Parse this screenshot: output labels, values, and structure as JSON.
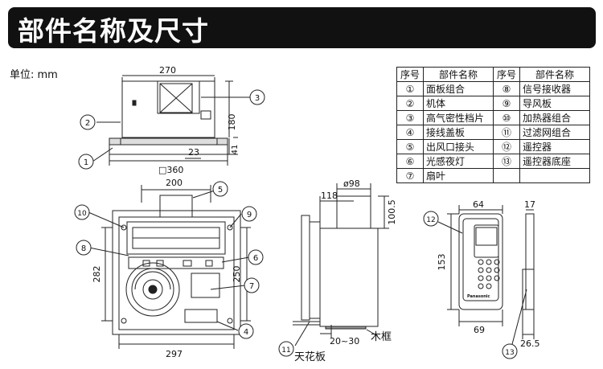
{
  "header": {
    "title": "部件名称及尺寸"
  },
  "unit_label": "单位: mm",
  "parts_table": {
    "headers": [
      "序号",
      "部件名称",
      "序号",
      "部件名称"
    ],
    "rows": [
      [
        {
          "no": "①",
          "name": "面板组合"
        },
        {
          "no": "⑧",
          "name": "信号接收器"
        }
      ],
      [
        {
          "no": "②",
          "name": "机体"
        },
        {
          "no": "⑨",
          "name": "导风板"
        }
      ],
      [
        {
          "no": "③",
          "name": "高气密性档片"
        },
        {
          "no": "⑩",
          "name": "加热器组合"
        }
      ],
      [
        {
          "no": "④",
          "name": "接线盖板"
        },
        {
          "no": "⑪",
          "name": "过滤网组合"
        }
      ],
      [
        {
          "no": "⑤",
          "name": "出风口接头"
        },
        {
          "no": "⑫",
          "name": "遥控器"
        }
      ],
      [
        {
          "no": "⑥",
          "name": "光感夜灯"
        },
        {
          "no": "⑬",
          "name": "遥控器底座"
        }
      ],
      [
        {
          "no": "⑦",
          "name": "扇叶"
        },
        {
          "no": "",
          "name": ""
        }
      ]
    ]
  },
  "dimensions": {
    "d270": "270",
    "d180": "180",
    "d41": "41",
    "d23": "23",
    "d360": "□360",
    "d200": "200",
    "d282": "282",
    "d250": "250",
    "d297": "297",
    "d98": "ø98",
    "d118": "118",
    "d1005": "100.5",
    "d2030": "20~30",
    "d64": "64",
    "d17": "17",
    "d153": "153",
    "d69": "69",
    "d265": "26.5"
  },
  "callouts": {
    "c1": "1",
    "c2": "2",
    "c3": "3",
    "c4": "4",
    "c5": "5",
    "c6": "6",
    "c7": "7",
    "c8": "8",
    "c9": "9",
    "c10": "10",
    "c11": "11",
    "c12": "12",
    "c13": "13"
  },
  "labels": {
    "wood_frame": "木框",
    "ceiling": "天花板",
    "brand": "Panasonic"
  }
}
